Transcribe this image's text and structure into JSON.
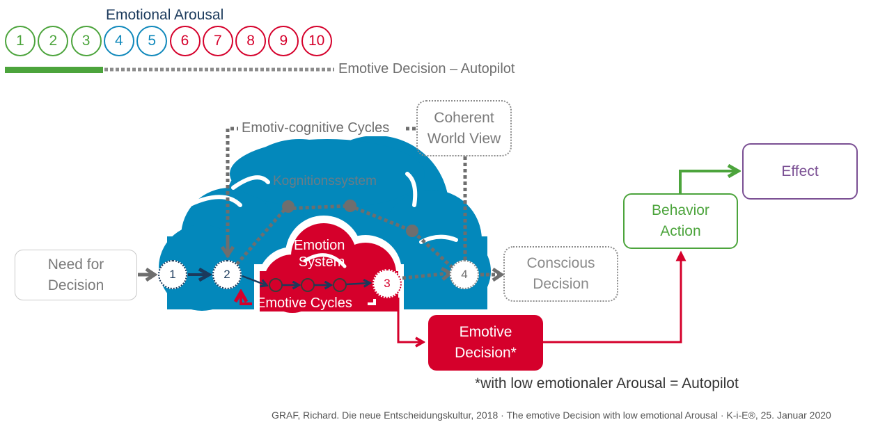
{
  "arousal_scale": {
    "title": "Emotional Arousal",
    "levels": [
      {
        "label": "1",
        "group": "green"
      },
      {
        "label": "2",
        "group": "green"
      },
      {
        "label": "3",
        "group": "green"
      },
      {
        "label": "4",
        "group": "blue"
      },
      {
        "label": "5",
        "group": "blue"
      },
      {
        "label": "6",
        "group": "red"
      },
      {
        "label": "7",
        "group": "red"
      },
      {
        "label": "8",
        "group": "red"
      },
      {
        "label": "9",
        "group": "red"
      },
      {
        "label": "10",
        "group": "red"
      }
    ],
    "legend_label": "Emotive Decision – Autopilot",
    "highlighted_levels": "1-3"
  },
  "colors": {
    "green": "#4ca43c",
    "blue": "#0f88bb",
    "red": "#d5002b",
    "purple": "#7a4f93",
    "gray": "#6e6e6e",
    "navy": "#1b3a5c",
    "cloud_blue": "#0388bb"
  },
  "diagram": {
    "need_box": {
      "line1": "Need for",
      "line2": "Decision"
    },
    "cycles_label": "Emotiv-cognitive Cycles",
    "coherent_box": {
      "line1": "Coherent",
      "line2": "World View"
    },
    "cognition_label": "Kognitionssystem",
    "emotion_label": {
      "line1": "Emotion",
      "line2": "System"
    },
    "emotive_cycles_label": "Emotive Cycles",
    "nodes": [
      "1",
      "2",
      "3",
      "4"
    ],
    "conscious_box": {
      "line1": "Conscious",
      "line2": "Decision"
    },
    "emotive_box": {
      "line1": "Emotive",
      "line2": "Decision*"
    },
    "behavior_box": {
      "line1": "Behavior",
      "line2": "Action"
    },
    "effect_box": {
      "label": "Effect"
    },
    "footnote": "*with low emotionaler Arousal = Autopilot",
    "citation": "GRAF, Richard. Die neue Entscheidungskultur, 2018 · The emotive Decision with low emotional Arousal ·  K-i-E®, 25. Januar 2020"
  }
}
